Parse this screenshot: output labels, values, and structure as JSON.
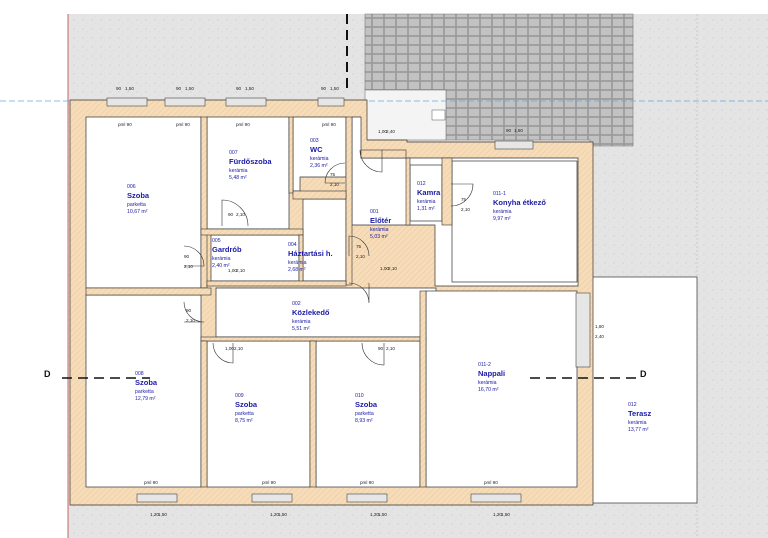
{
  "section_marker": "D",
  "rooms": [
    {
      "key": "r006",
      "num": "006",
      "name": "Szoba",
      "mat": "parketta",
      "area": "10,67 m²"
    },
    {
      "key": "r007",
      "num": "007",
      "name": "Fürdőszoba",
      "mat": "kerámia",
      "area": "5,48 m²"
    },
    {
      "key": "r003",
      "num": "003",
      "name": "WC",
      "mat": "kerámia",
      "area": "2,36 m²"
    },
    {
      "key": "r012k",
      "num": "012",
      "name": "Kamra",
      "mat": "kerámia",
      "area": "1,31 m²"
    },
    {
      "key": "r0111",
      "num": "011-1",
      "name": "Konyha étkező",
      "mat": "kerámia",
      "area": "9,97 m²"
    },
    {
      "key": "r005",
      "num": "005",
      "name": "Gardrób",
      "mat": "kerámia",
      "area": "2,40 m²"
    },
    {
      "key": "r004",
      "num": "004",
      "name": "Háztartási h.",
      "mat": "kerámia",
      "area": "2,68 m²"
    },
    {
      "key": "r001",
      "num": "001",
      "name": "Előtér",
      "mat": "kerámia",
      "area": "5,03 m²"
    },
    {
      "key": "r002",
      "num": "002",
      "name": "Közlekedő",
      "mat": "kerámia",
      "area": "5,51 m²"
    },
    {
      "key": "r008",
      "num": "008",
      "name": "Szoba",
      "mat": "parketta",
      "area": "12,79 m²"
    },
    {
      "key": "r009",
      "num": "009",
      "name": "Szoba",
      "mat": "parketta",
      "area": "8,75 m²"
    },
    {
      "key": "r010",
      "num": "010",
      "name": "Szoba",
      "mat": "parketta",
      "area": "8,93 m²"
    },
    {
      "key": "r0112",
      "num": "011-2",
      "name": "Nappali",
      "mat": "kerámia",
      "area": "16,70 m²"
    },
    {
      "key": "r012t",
      "num": "012",
      "name": "Terasz",
      "mat": "kerámia",
      "area": "13,77 m²"
    }
  ],
  "dims": [
    "90",
    "1,50",
    "1,20",
    "2,10",
    "1,00",
    "2,40",
    "75",
    "1,80",
    "pml 90"
  ]
}
